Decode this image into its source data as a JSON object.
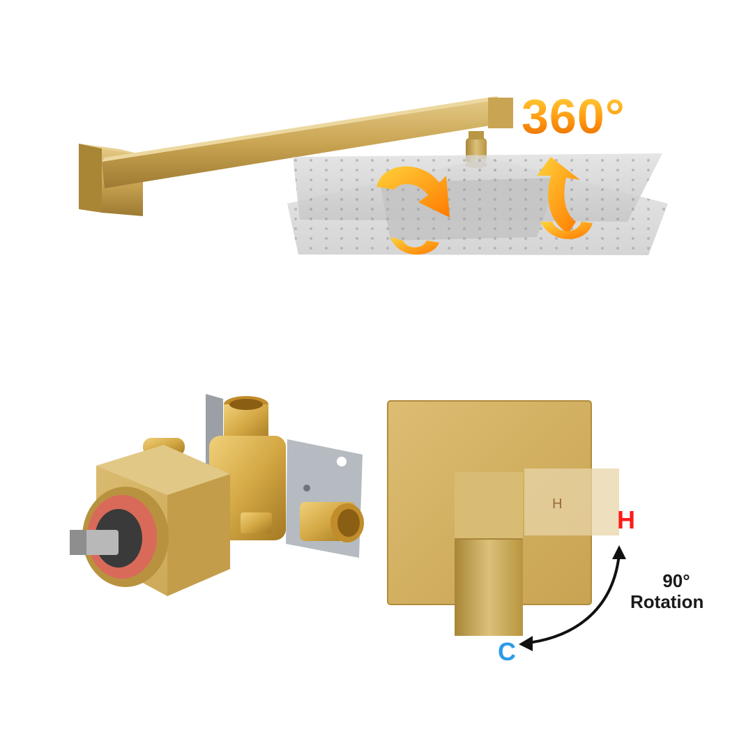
{
  "rotation_badge": "360°",
  "trim": {
    "hot_mark_plate": "H",
    "hot_label": "H",
    "cold_label": "C",
    "rotation_degrees": "90°",
    "rotation_word": "Rotation"
  },
  "colors": {
    "brushed_gold": "#c9a452",
    "hot": "#ff1a1a",
    "cold": "#2b9be8",
    "arrow_orange": "#ff9a12"
  }
}
